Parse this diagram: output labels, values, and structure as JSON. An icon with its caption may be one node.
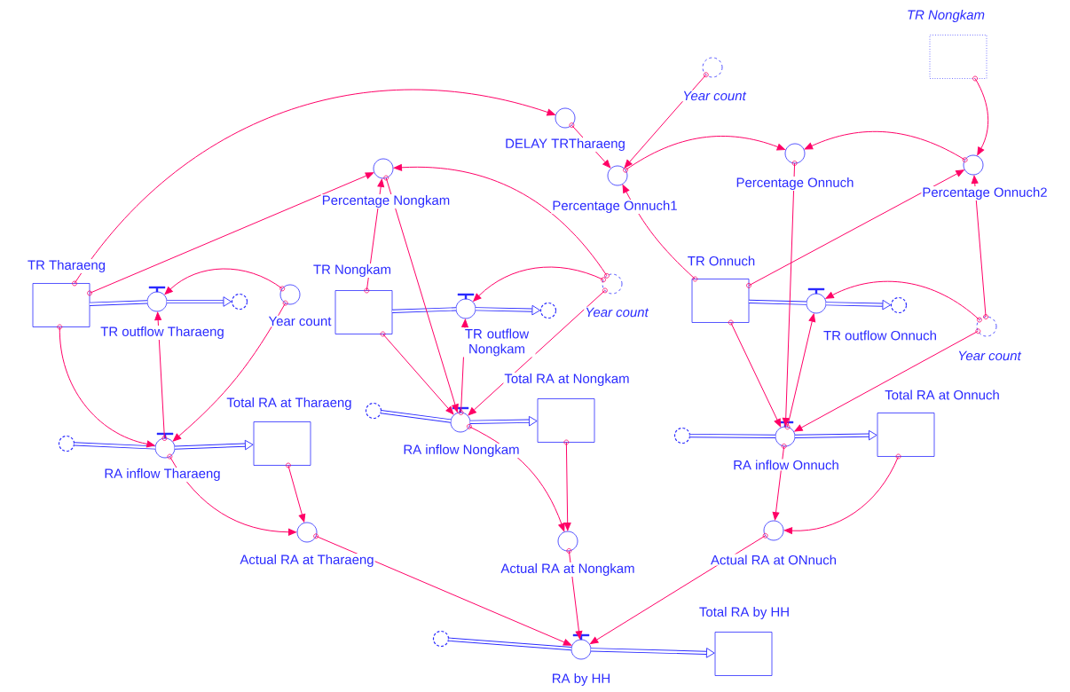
{
  "diagram": {
    "nodes": [
      {
        "text": [
          "TR Nongkam"
        ]
      },
      {
        "text": [
          "Year count"
        ]
      },
      {
        "text": [
          "DELAY TRTharaeng"
        ]
      },
      {
        "text": [
          "Percentage Onnuch"
        ]
      },
      {
        "text": [
          "Percentage Onnuch2"
        ]
      },
      {
        "text": [
          "Percentage Nongkam"
        ]
      },
      {
        "text": [
          "Percentage Onnuch1"
        ]
      },
      {
        "text": [
          "TR Tharaeng"
        ]
      },
      {
        "text": [
          "Year count"
        ]
      },
      {
        "text": [
          "TR outflow Tharaeng"
        ]
      },
      {
        "text": [],
        "shape": "cloud"
      },
      {
        "text": [
          "TR Nongkam"
        ]
      },
      {
        "text": [
          "TR outflow Nongkam"
        ]
      },
      {
        "text": [],
        "shape": "cloud"
      },
      {
        "text": [
          "Year count"
        ]
      },
      {
        "text": [
          "TR Onnuch"
        ]
      },
      {
        "text": [
          "TR outflow Onnuch"
        ]
      },
      {
        "text": [],
        "shape": "cloud"
      },
      {
        "text": [
          "Year count"
        ]
      },
      {
        "text": [
          "Total RA at Tharaeng"
        ]
      },
      {
        "text": [],
        "shape": "cloud"
      },
      {
        "text": [
          "RA inflow Tharaeng"
        ]
      },
      {
        "text": [],
        "shape": "cloud"
      },
      {
        "text": [
          "RA inflow Nongkam"
        ]
      },
      {
        "text": [
          "Total RA at Nongkam"
        ]
      },
      {
        "text": [],
        "shape": "cloud"
      },
      {
        "text": [
          "RA inflow Onnuch"
        ]
      },
      {
        "text": [
          "Total RA at Onnuch"
        ]
      },
      {
        "text": [
          "Actual RA at Tharaeng"
        ]
      },
      {
        "text": [
          "Actual RA at Nongkam"
        ]
      },
      {
        "text": [
          "Actual RA at ONnuch"
        ]
      },
      {
        "text": [],
        "shape": "cloud"
      },
      {
        "text": [
          "RA by HH"
        ]
      },
      {
        "text": [
          "Total RA by HH"
        ]
      }
    ],
    "edges": [
      {
        "from": 7,
        "to": 9,
        "arrow": "none",
        "style": "thick",
        "color": "#2b2bff"
      },
      {
        "from": 9,
        "to": 10,
        "arrow": "to",
        "style": "thick",
        "color": "#2b2bff"
      },
      {
        "from": 11,
        "to": 12,
        "arrow": "none",
        "style": "thick",
        "color": "#2b2bff"
      },
      {
        "from": 12,
        "to": 13,
        "arrow": "to",
        "style": "thick",
        "color": "#2b2bff"
      },
      {
        "from": 15,
        "to": 16,
        "arrow": "none",
        "style": "thick",
        "color": "#2b2bff"
      },
      {
        "from": 16,
        "to": 17,
        "arrow": "to",
        "style": "thick",
        "color": "#2b2bff"
      },
      {
        "from": 20,
        "to": 21,
        "arrow": "none",
        "style": "thick",
        "color": "#2b2bff"
      },
      {
        "from": 21,
        "to": 19,
        "arrow": "to",
        "style": "thick",
        "color": "#2b2bff"
      },
      {
        "from": 22,
        "to": 23,
        "arrow": "none",
        "style": "thick",
        "color": "#2b2bff"
      },
      {
        "from": 23,
        "to": 24,
        "arrow": "to",
        "style": "thick",
        "color": "#2b2bff"
      },
      {
        "from": 25,
        "to": 26,
        "arrow": "none",
        "style": "thick",
        "color": "#2b2bff"
      },
      {
        "from": 26,
        "to": 27,
        "arrow": "to",
        "style": "thick",
        "color": "#2b2bff"
      },
      {
        "from": 31,
        "to": 32,
        "arrow": "none",
        "style": "thick",
        "color": "#2b2bff"
      },
      {
        "from": 32,
        "to": 33,
        "arrow": "to",
        "style": "thick",
        "color": "#2b2bff"
      },
      {
        "from": 7,
        "to": 2,
        "arrow": "to"
      },
      {
        "from": 7,
        "to": 5,
        "arrow": "to"
      },
      {
        "from": 7,
        "to": 21,
        "arrow": "to"
      },
      {
        "from": 8,
        "to": 9,
        "arrow": "to"
      },
      {
        "from": 8,
        "to": 21,
        "arrow": "to"
      },
      {
        "from": 21,
        "to": 9,
        "arrow": "to"
      },
      {
        "from": 21,
        "to": 28,
        "arrow": "to"
      },
      {
        "from": 19,
        "to": 28,
        "arrow": "to"
      },
      {
        "from": 28,
        "to": 32,
        "arrow": "to"
      },
      {
        "from": 11,
        "to": 5,
        "arrow": "to"
      },
      {
        "from": 5,
        "to": 23,
        "arrow": "to"
      },
      {
        "from": 11,
        "to": 23,
        "arrow": "to"
      },
      {
        "from": 23,
        "to": 12,
        "arrow": "to"
      },
      {
        "from": 14,
        "to": 5,
        "arrow": "to"
      },
      {
        "from": 14,
        "to": 12,
        "arrow": "to"
      },
      {
        "from": 14,
        "to": 23,
        "arrow": "to"
      },
      {
        "from": 23,
        "to": 29,
        "arrow": "to"
      },
      {
        "from": 24,
        "to": 29,
        "arrow": "to"
      },
      {
        "from": 29,
        "to": 32,
        "arrow": "to"
      },
      {
        "from": 2,
        "to": 6,
        "arrow": "to"
      },
      {
        "from": 1,
        "to": 6,
        "arrow": "to"
      },
      {
        "from": 6,
        "to": 3,
        "arrow": "to"
      },
      {
        "from": 4,
        "to": 3,
        "arrow": "to"
      },
      {
        "from": 0,
        "to": 4,
        "arrow": "to"
      },
      {
        "from": 15,
        "to": 6,
        "arrow": "to"
      },
      {
        "from": 15,
        "to": 4,
        "arrow": "to"
      },
      {
        "from": 18,
        "to": 4,
        "arrow": "to"
      },
      {
        "from": 3,
        "to": 26,
        "arrow": "to"
      },
      {
        "from": 15,
        "to": 26,
        "arrow": "to"
      },
      {
        "from": 26,
        "to": 16,
        "arrow": "to"
      },
      {
        "from": 18,
        "to": 16,
        "arrow": "to"
      },
      {
        "from": 18,
        "to": 26,
        "arrow": "to"
      },
      {
        "from": 26,
        "to": 30,
        "arrow": "to"
      },
      {
        "from": 27,
        "to": 30,
        "arrow": "to"
      },
      {
        "from": 30,
        "to": 32,
        "arrow": "to"
      }
    ]
  }
}
